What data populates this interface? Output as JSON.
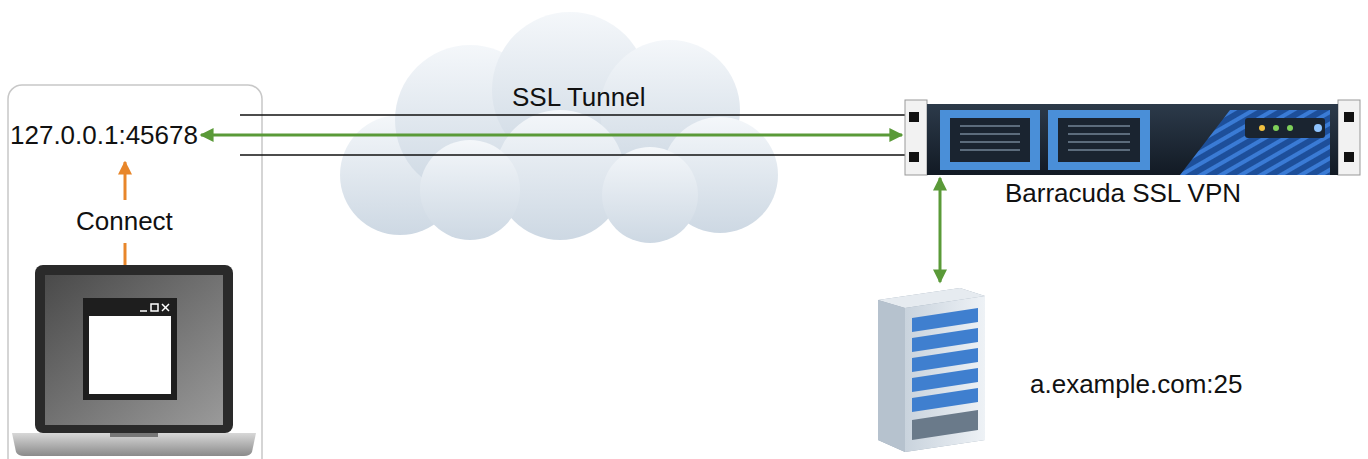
{
  "diagram": {
    "nodes": [
      {
        "text": [
          "127.0.0.1:45678"
        ]
      },
      {
        "text": [
          "Barracuda SSL VPN"
        ]
      },
      {
        "text": [
          "a.example.com:25"
        ]
      }
    ],
    "edges": [
      {
        "from": 0,
        "to": 1,
        "arrow": "both"
      },
      {
        "from": 1,
        "to": 2,
        "arrow": "both"
      }
    ],
    "labels": [
      "SSL Tunnel",
      "Connect"
    ]
  }
}
